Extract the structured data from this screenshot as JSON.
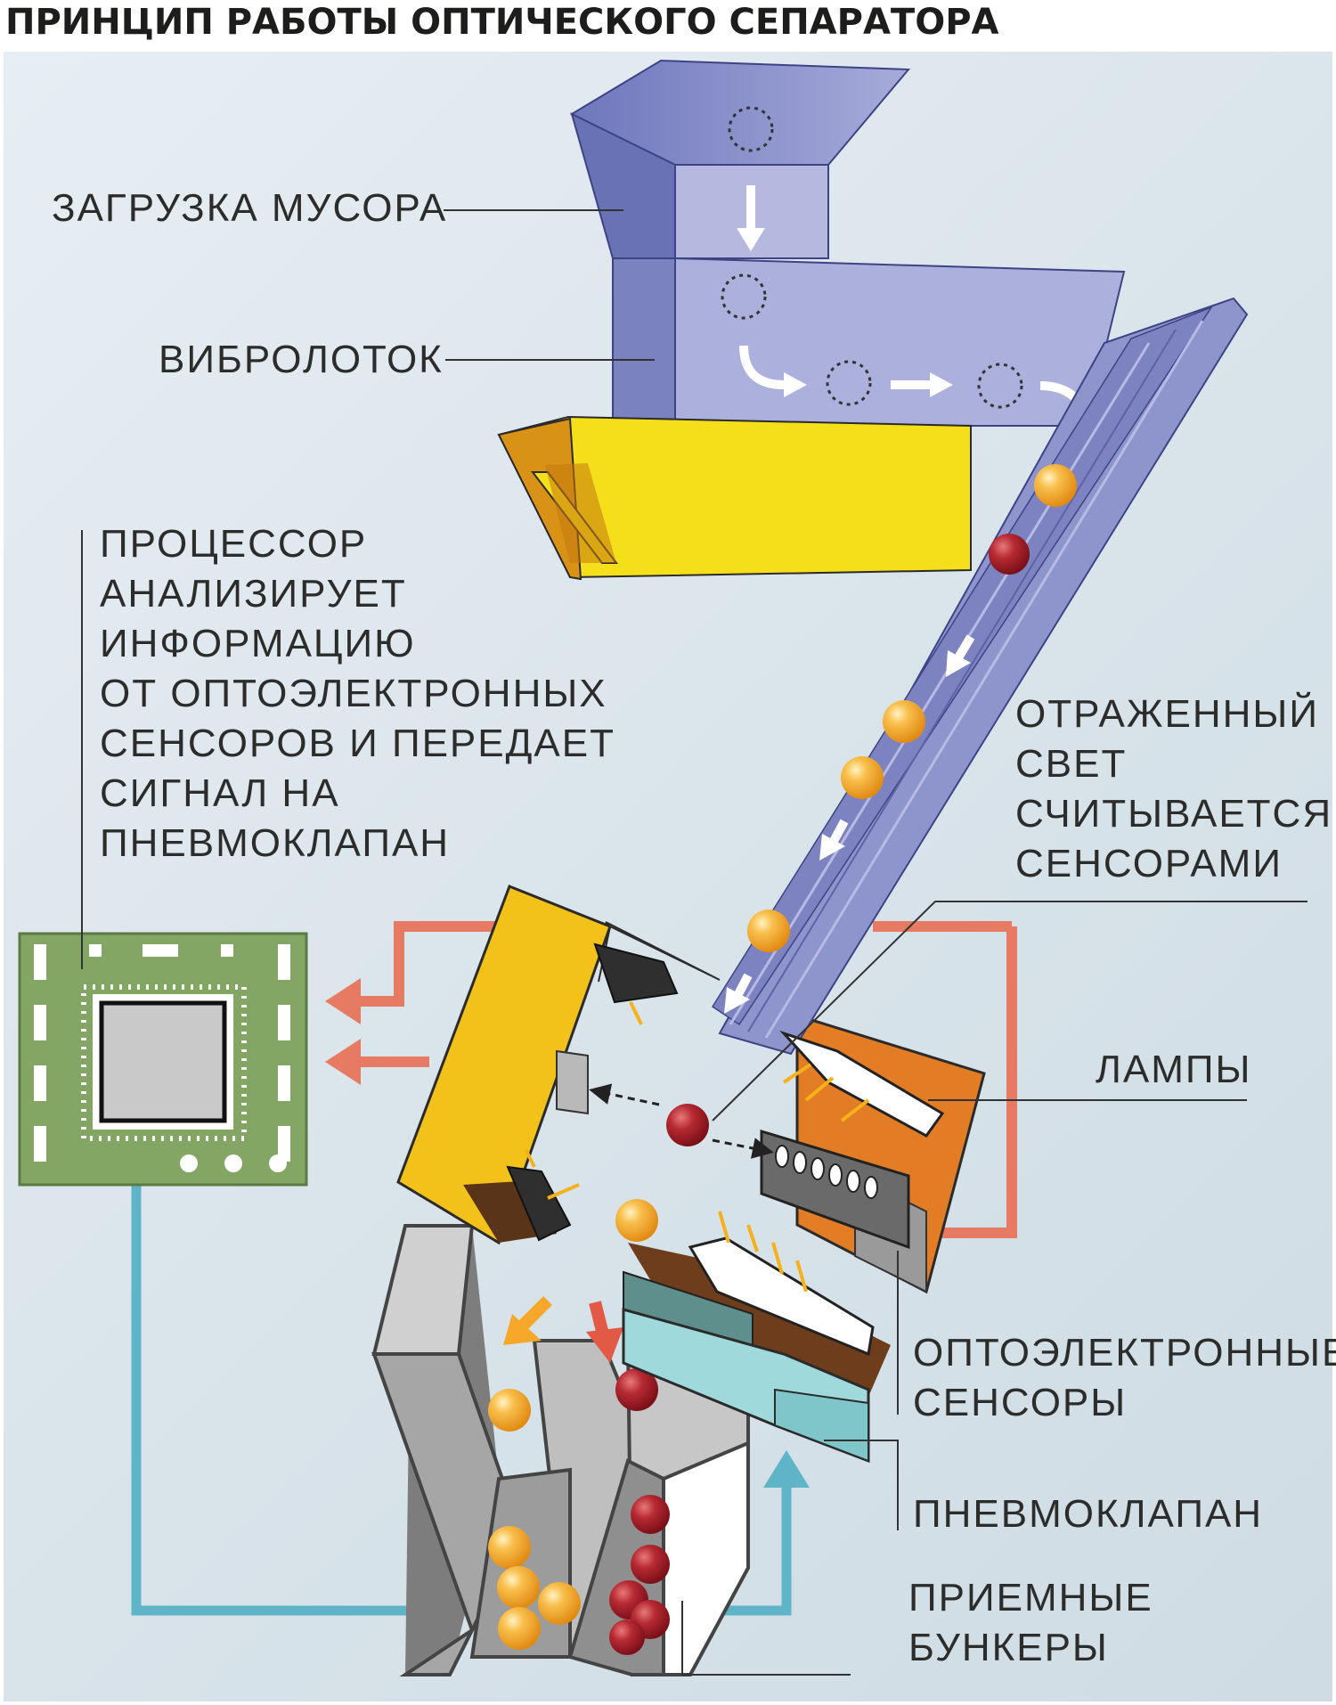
{
  "title": "ПРИНЦИП РАБОТЫ ОПТИЧЕСКОГО СЕПАРАТОРА",
  "labels": {
    "loading": "ЗАГРУЗКА МУСОРА",
    "vibro_tray": "ВИБРОЛОТОК",
    "processor": "ПРОЦЕССОР\nАНАЛИЗИРУЕТ\nИНФОРМАЦИЮ\nОТ ОПТОЭЛЕКТРОННЫХ\nСЕНСОРОВ И ПЕРЕДАЕТ\nСИГНАЛ НА\nПНЕВМОКЛАПАН",
    "reflected_light": "ОТРАЖЕННЫЙ\nСВЕТ\nСЧИТЫВАЕТСЯ\nСЕНСОРАМИ",
    "lamps": "ЛАМПЫ",
    "sensors": "ОПТОЭЛЕКТРОННЫЕ\nСЕНСОРЫ",
    "pneumo_valve": "ПНЕВМОКЛАПАН",
    "bins": "ПРИЕМНЫЕ\nБУНКЕРЫ"
  },
  "colors": {
    "hopper": "#8d92cc",
    "chute": "#7f86bf",
    "feeder": "#f5de1a",
    "chamber": "#f3c21a",
    "back_panel": "#e27c25",
    "chip_board": "#84a665",
    "signal_line": "#e77a63",
    "air_line": "#5fb4c8",
    "valve": "#9fd9dc",
    "good_ball": "#f5a82a",
    "reject_ball": "#a8222b"
  }
}
